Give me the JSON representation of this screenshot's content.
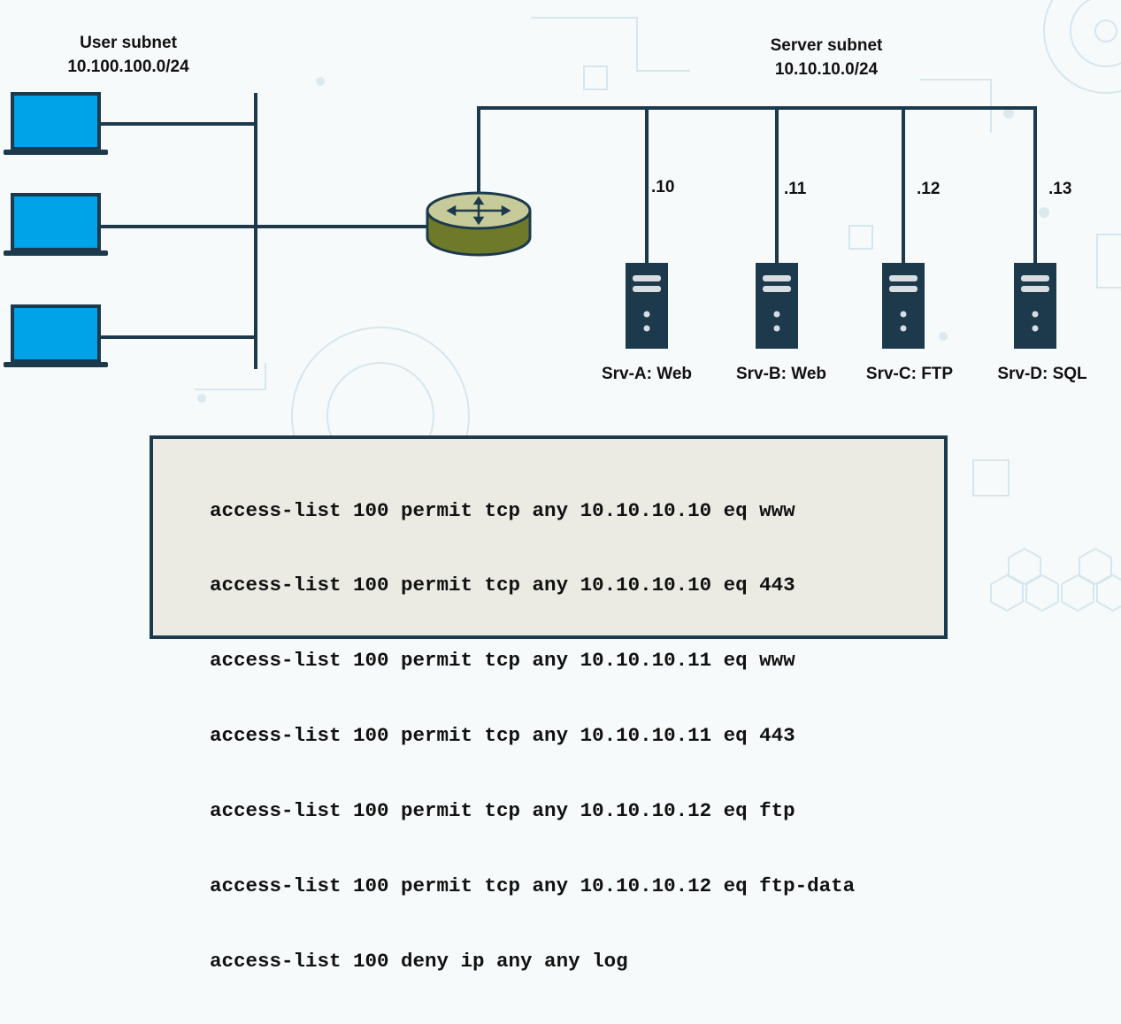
{
  "user_subnet": {
    "title": "User subnet",
    "cidr": "10.100.100.0/24"
  },
  "server_subnet": {
    "title": "Server subnet",
    "cidr": "10.10.10.0/24"
  },
  "servers": [
    {
      "ip": ".10",
      "label": "Srv-A: Web"
    },
    {
      "ip": ".11",
      "label": "Srv-B: Web"
    },
    {
      "ip": ".12",
      "label": "Srv-C: FTP"
    },
    {
      "ip": ".13",
      "label": "Srv-D: SQL"
    }
  ],
  "acl": [
    "access-list 100 permit tcp any 10.10.10.10 eq www",
    "access-list 100 permit tcp any 10.10.10.10 eq 443",
    "access-list 100 permit tcp any 10.10.10.11 eq www",
    "access-list 100 permit tcp any 10.10.10.11 eq 443",
    "access-list 100 permit tcp any 10.10.10.12 eq ftp",
    "access-list 100 permit tcp any 10.10.10.12 eq ftp-data",
    "access-list 100 deny ip any any log"
  ],
  "colors": {
    "laptop_screen": "#00a2e8",
    "laptop_frame": "#1d3a4c",
    "router_body": "#6e7a2a",
    "router_top": "#c7cb9a",
    "server_body": "#1d3a4c",
    "line": "#1d3a4c",
    "acl_background": "#ebebe4"
  }
}
